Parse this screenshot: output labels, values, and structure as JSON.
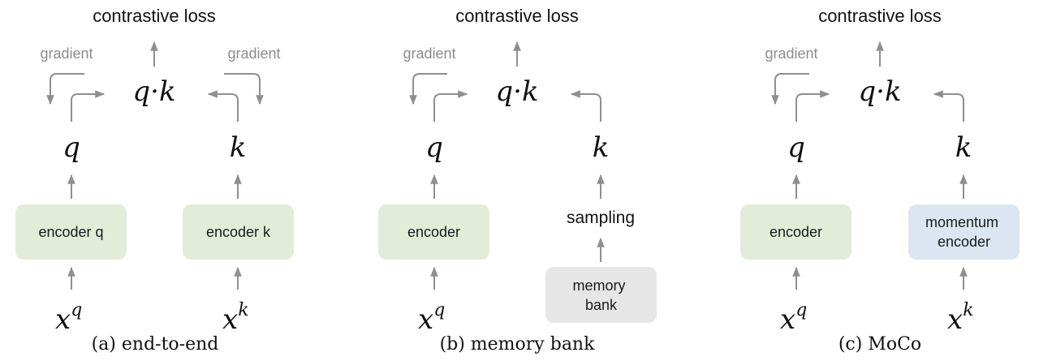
{
  "colors": {
    "encoder_fill": "#e3ecd9",
    "momentum_fill": "#dbe6f2",
    "memory_fill": "#e6e6e6",
    "arrow": "#8f8f8f",
    "gradient_text": "#8c8c8c"
  },
  "panel_a": {
    "title": "contrastive loss",
    "gradient_left": "gradient",
    "gradient_right": "gradient",
    "dot": "q·k",
    "q": "q",
    "k": "k",
    "encoder_q": "encoder q",
    "encoder_k": "encoder k",
    "xq_base": "x",
    "xq_sup": "q",
    "xk_base": "x",
    "xk_sup": "k",
    "caption": "(a) end-to-end"
  },
  "panel_b": {
    "title": "contrastive loss",
    "gradient_left": "gradient",
    "dot": "q·k",
    "q": "q",
    "k": "k",
    "encoder": "encoder",
    "sampling": "sampling",
    "memory_line1": "memory",
    "memory_line2": "bank",
    "xq_base": "x",
    "xq_sup": "q",
    "caption": "(b) memory bank"
  },
  "panel_c": {
    "title": "contrastive loss",
    "gradient_left": "gradient",
    "dot": "q·k",
    "q": "q",
    "k": "k",
    "encoder": "encoder",
    "momentum_line1": "momentum",
    "momentum_line2": "encoder",
    "xq_base": "x",
    "xq_sup": "q",
    "xk_base": "x",
    "xk_sup": "k",
    "caption": "(c) MoCo"
  }
}
